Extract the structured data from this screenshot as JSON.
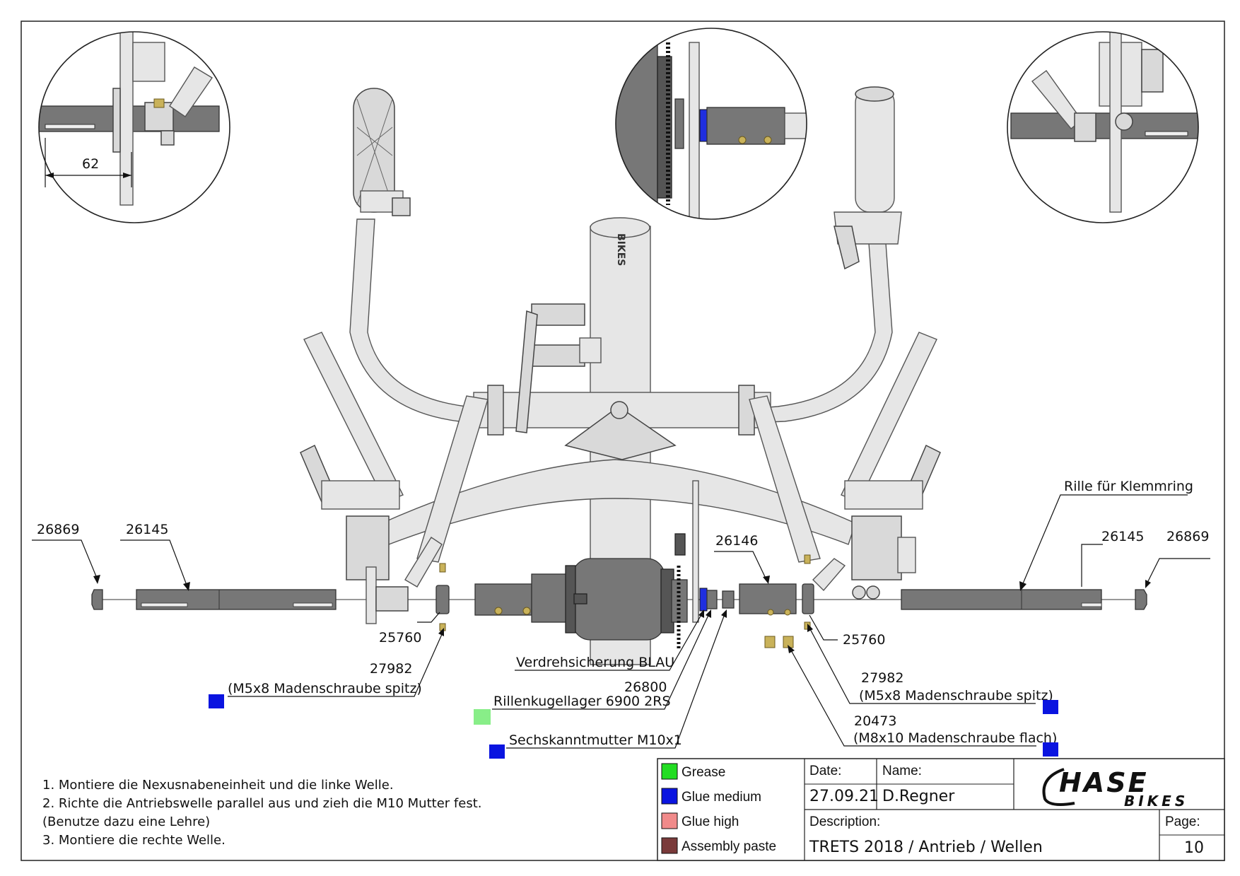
{
  "dimension": {
    "value": "62"
  },
  "callouts": {
    "left_cap": "26869",
    "left_shaft": "26145",
    "left_collar": "25760",
    "left_screw_num": "27982",
    "left_screw_desc": "(M5x8 Madenschraube spitz)",
    "verdreh": "Verdrehsicherung BLAU",
    "bearing_num": "26800",
    "bearing_desc": "Rillenkugellager 6900 2RS",
    "nut": "Sechskanntmutter M10x1",
    "coupler": "26146",
    "groove": "Rille für Klemmring",
    "right_shaft": "26145",
    "right_cap": "26869",
    "right_collar": "25760",
    "right_screw_num": "27982",
    "right_screw_desc": "(M5x8 Madenschraube spitz)",
    "flat_num": "20473",
    "flat_desc": "(M8x10 Madenschraube flach)"
  },
  "instructions": [
    "1. Montiere die Nexusnabeneinheit und die linke Welle.",
    "2. Richte die Antriebswelle parallel aus und zieh die M10 Mutter fest.",
    "(Benutze dazu eine Lehre)",
    "3. Montiere die rechte Welle."
  ],
  "legend": [
    {
      "label": "Grease",
      "color": "#22dd22"
    },
    {
      "label": "Glue medium",
      "color": "#0a14e0"
    },
    {
      "label": "Glue high",
      "color": "#f08a8a"
    },
    {
      "label": "Assembly paste",
      "color": "#7a3a3a"
    }
  ],
  "markers": {
    "blue": "#0a14e0",
    "green": "#88ee88"
  },
  "title_block": {
    "date_label": "Date:",
    "date_value": "27.09.21",
    "name_label": "Name:",
    "name_value": "D.Regner",
    "desc_label": "Description:",
    "desc_value": "TRETS 2018 / Antrieb / Wellen",
    "page_label": "Page:",
    "page_value": "10",
    "logo_main": "HASE",
    "logo_sub": "BIKES"
  },
  "frame_brand": "BIKES"
}
